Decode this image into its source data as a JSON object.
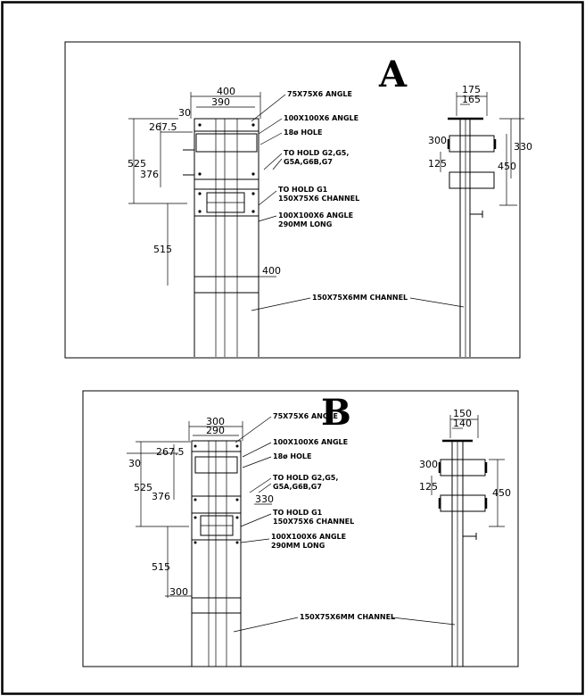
{
  "panel_a": {
    "letter": "A",
    "dims": {
      "w400": "400",
      "w390": "390",
      "w30": "30",
      "d267": "267.5",
      "d525": "525",
      "d376": "376",
      "d515": "515",
      "b400": "400",
      "s175": "175",
      "s165": "165",
      "s300": "300",
      "s125": "125",
      "s330": "330",
      "s450": "450"
    },
    "labels": {
      "angle75": "75X75X6 ANGLE",
      "angle100": "100X100X6 ANGLE",
      "hole": "18ø HOLE",
      "hold1": "TO HOLD G2,G5,",
      "hold2": "G5A,G6B,G7",
      "holdg1": "TO HOLD G1",
      "chan150": "150X75X6 CHANNEL",
      "angle290a": "100X100X6 ANGLE",
      "angle290b": "290MM LONG",
      "channel": "150X75X6MM CHANNEL"
    }
  },
  "panel_b": {
    "letter": "B",
    "dims": {
      "w300": "300",
      "w290": "290",
      "w30": "30",
      "d267": "267.5",
      "d525": "525",
      "d376": "376",
      "d515": "515",
      "b300": "300",
      "s150": "150",
      "s140": "140",
      "s300": "300",
      "s125": "125",
      "s330": "330",
      "s450": "450"
    },
    "labels": {
      "angle75": "75X75X6 ANGLE",
      "angle100": "100X100X6 ANGLE",
      "hole": "18ø HOLE",
      "hold1": "TO HOLD G2,G5,",
      "hold2": "G5A,G6B,G7",
      "holdg1": "TO HOLD G1",
      "chan150": "150X75X6 CHANNEL",
      "angle290a": "100X100X6 ANGLE",
      "angle290b": "290MM LONG",
      "channel": "150X75X6MM CHANNEL"
    }
  }
}
